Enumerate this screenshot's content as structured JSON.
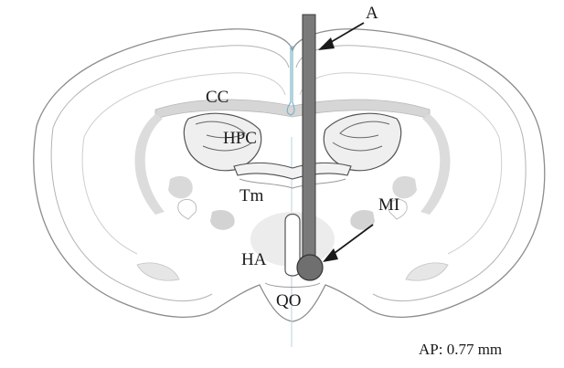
{
  "labels": {
    "cc": "CC",
    "hpc": "HPC",
    "tm": "Tm",
    "ha": "HA",
    "qo": "QO",
    "electrode": "A",
    "lesion": "MI"
  },
  "ap_text": "AP: 0.77 mm",
  "colors": {
    "outline": "#8c8c8c",
    "tract": "#d6d6d6",
    "electrode": "#7a7a7a",
    "ventricle": "#7fb3c8",
    "lesion": "#6f6f6f"
  }
}
